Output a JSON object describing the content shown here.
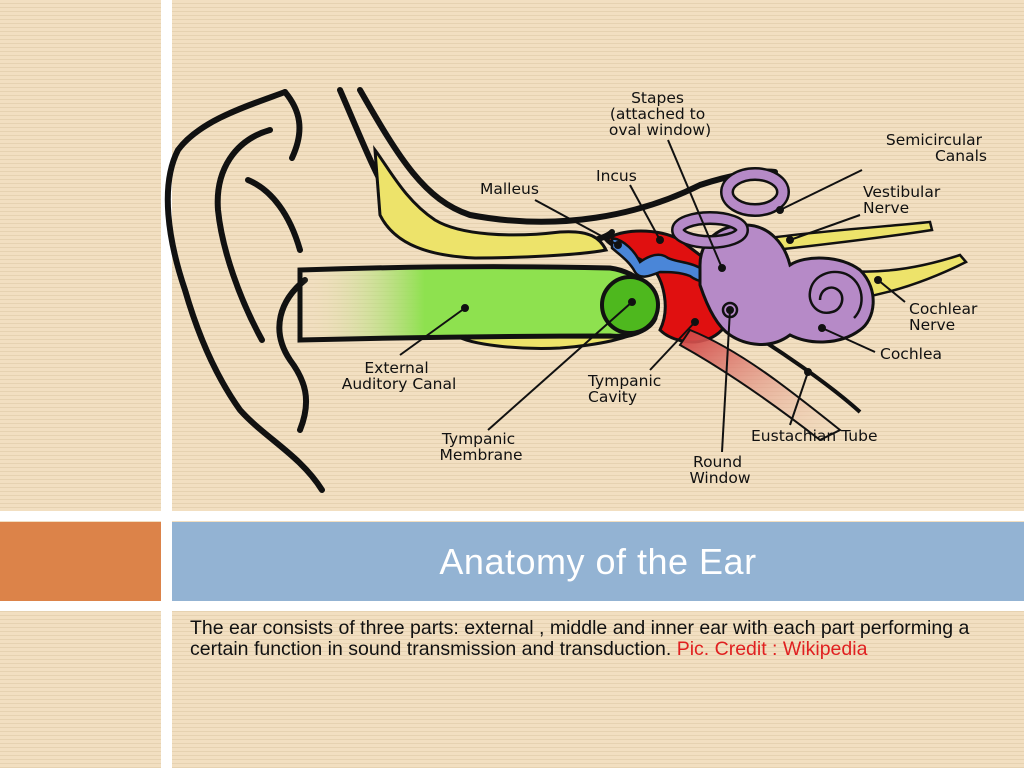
{
  "title": "Anatomy of the Ear",
  "description": "The ear consists of three parts: external , middle and inner ear with each part performing a certain function in sound transmission and transduction.",
  "credit": "Pic. Credit : Wikipedia",
  "diagram": {
    "labels": {
      "stapes": [
        "Stapes",
        "(attached to",
        "oval window)"
      ],
      "semicircular": [
        "Semicircular",
        "Canals"
      ],
      "incus": "Incus",
      "malleus": "Malleus",
      "vestibular": [
        "Vestibular",
        "Nerve"
      ],
      "cochlear_nerve": [
        "Cochlear",
        "Nerve"
      ],
      "cochlea": "Cochlea",
      "external_canal": [
        "External",
        "Auditory Canal"
      ],
      "tympanic_cavity": [
        "Tympanic",
        "Cavity"
      ],
      "eustachian": "Eustachian Tube",
      "tympanic_membrane": [
        "Tympanic",
        "Membrane"
      ],
      "round_window": [
        "Round",
        "Window"
      ]
    }
  },
  "colors": {
    "accent_orange": "#dc8349",
    "title_bar": "#93b3d3",
    "credit_red": "#e02020",
    "canal_green": "#8ee14f",
    "middle_ear_red": "#e01010",
    "inner_ear_purple": "#b68ac7",
    "nerve_yellow": "#ede36a"
  }
}
